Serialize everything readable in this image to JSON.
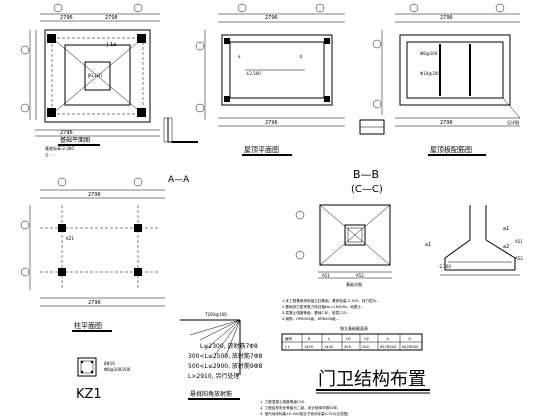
{
  "plans": {
    "foundation": {
      "title": "基础平面图",
      "dim_total": "2796",
      "dim_side": "2798",
      "note_elev": "基底标高-2.300",
      "section_mark": "J-1a",
      "beam_label": "JKL1(1)",
      "tie_note": "注：..."
    },
    "roof": {
      "title": "屋顶平面图",
      "dim_total": "2796",
      "dim_side": "2796",
      "elev": "±2.500",
      "mark_a": "a",
      "mark_b": "b"
    },
    "roof_slab": {
      "title": "屋顶板配筋图",
      "dim_total": "2796",
      "dim_side": "2796",
      "rebar1": "Φ8@100",
      "rebar2": "Φ10@200",
      "ref": "见详图"
    },
    "column": {
      "title": "柱平面图",
      "dim_total": "2796",
      "kz_label": "KZ1"
    }
  },
  "sections": {
    "aa": {
      "title": "A—A"
    },
    "bb": {
      "title": "B—B",
      "sub": "(C—C)",
      "caption": "基础详图",
      "dim_a1": "A51",
      "dim_a2": "A52"
    },
    "right": {
      "dim_a51": "A51",
      "dim_a52": "A52",
      "elev": "-2.300",
      "label_a1": "a1",
      "label_a2": "a1",
      "label_a3": "a2"
    }
  },
  "detail_kz1": {
    "label": "KZ1",
    "rebar1": "8Φ16",
    "rebar2": "Φ8@100/200"
  },
  "detail_beam": {
    "title": "悬挑阳角放射筋",
    "line1": "L≤2300, 放射筋7Φ8",
    "line2": "300<L≤2500, 放射筋7Φ8",
    "line3": "500<L≤2900, 放射筋9Φ8",
    "line4": "L>2910, 另行处理",
    "note_top": "T200@100"
  },
  "notes": {
    "title": "门卫结构布置",
    "line1": "1.本工程基础采用独立柱基础，基底标高-2.300，持力层为...",
    "line2": "2.基础持力层承载力特征值fak=160kPa，地基土...",
    "line3": "3.混凝土强度等级：基础C30，垫层C15...",
    "line4": "4.钢筋：HPB300级，HRB400级...",
    "footer1": "1.  工程混凝土强度等级C30.",
    "footer2": "2.  工程结构安全等级为二级，设计使用年限50年.",
    "footer3": "3.  室内地坪标高±0.000相当于绝对标高4.750(见总图)."
  },
  "table": {
    "caption": "独立基础截面表",
    "headers": [
      "编号",
      "B",
      "L",
      "H1",
      "H2",
      "①",
      "②"
    ],
    "rows": [
      [
        "J-1",
        "1400",
        "1400",
        "300",
        "200",
        "Φ12@200",
        "Φ12@200"
      ]
    ]
  }
}
